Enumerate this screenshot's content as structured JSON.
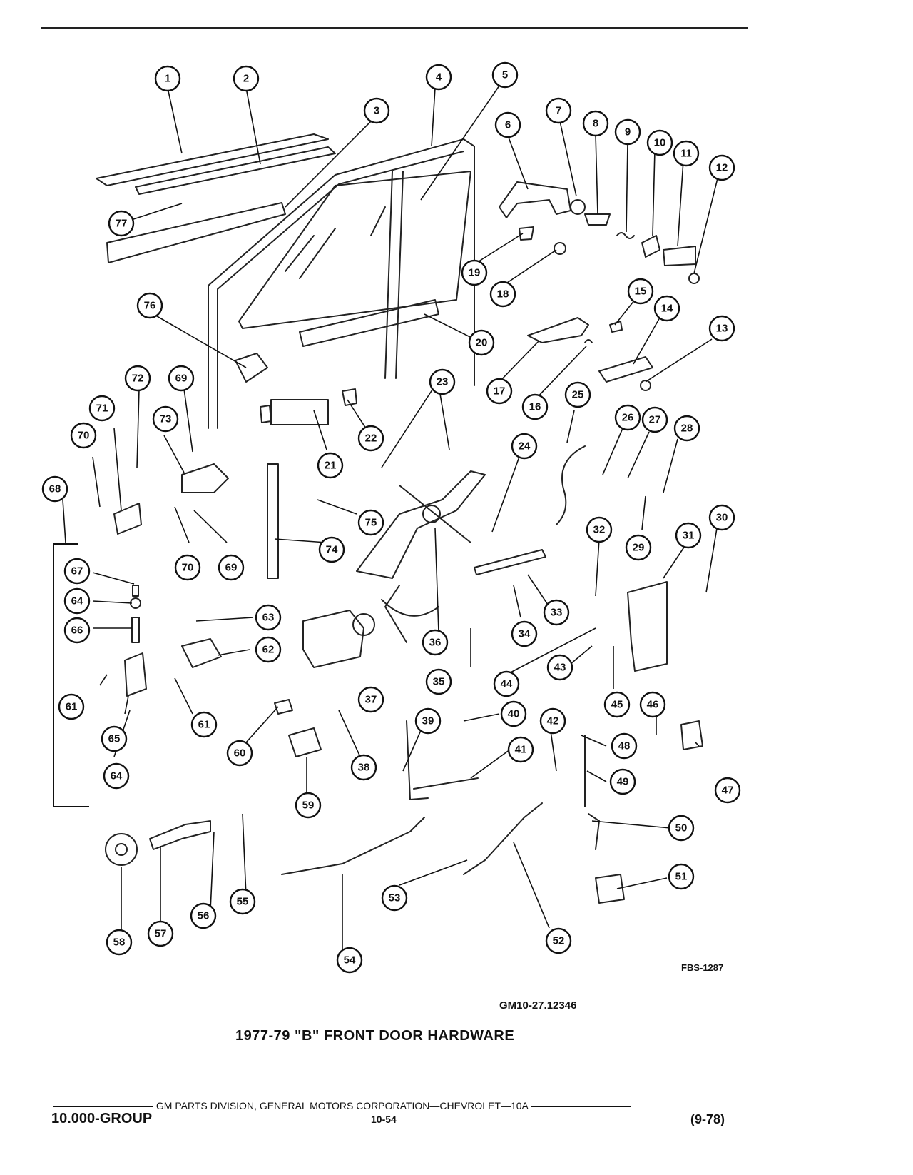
{
  "figure": {
    "title": "1977-79 \"B\" FRONT DOOR HARDWARE",
    "catalog_code": "GM10-27.12346",
    "figure_code": "FBS-1287"
  },
  "footer": {
    "publisher": "GM PARTS DIVISION, GENERAL MOTORS CORPORATION—CHEVROLET—10A",
    "group": "10.000-GROUP",
    "page_number": "10-54",
    "revision": "(9-78)"
  },
  "callouts": [
    "1",
    "2",
    "3",
    "4",
    "5",
    "6",
    "7",
    "8",
    "9",
    "10",
    "11",
    "12",
    "13",
    "14",
    "15",
    "16",
    "17",
    "18",
    "19",
    "20",
    "21",
    "22",
    "23",
    "24",
    "25",
    "26",
    "27",
    "28",
    "29",
    "30",
    "31",
    "32",
    "33",
    "34",
    "35",
    "36",
    "37",
    "38",
    "39",
    "40",
    "41",
    "42",
    "43",
    "44",
    "45",
    "46",
    "47",
    "48",
    "49",
    "50",
    "51",
    "52",
    "53",
    "54",
    "55",
    "56",
    "57",
    "58",
    "59",
    "60",
    "61",
    "61",
    "62",
    "63",
    "64",
    "64",
    "65",
    "66",
    "67",
    "68",
    "69",
    "69",
    "70",
    "70",
    "71",
    "72",
    "73",
    "74",
    "75",
    "76",
    "77"
  ]
}
